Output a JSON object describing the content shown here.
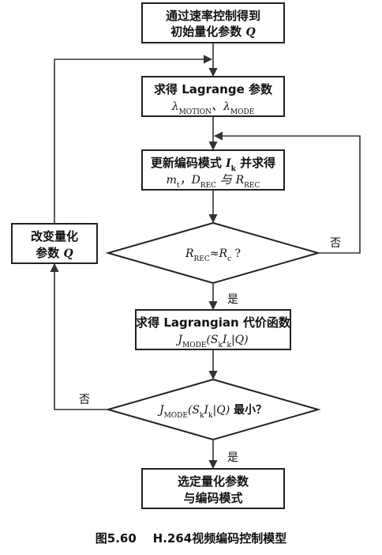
{
  "nodes": {
    "init": {
      "line1": "通过速率控制得到",
      "line2_text": "初始量化参数 ",
      "line2_var": "Q"
    },
    "lagrange": {
      "line1": "求得 Lagrange 参数",
      "lambda1_sym": "λ",
      "lambda1_sub": "MOTION",
      "separator": "、",
      "lambda2_sym": "λ",
      "lambda2_sub": "MODE"
    },
    "update": {
      "line1_text": "更新编码模式 ",
      "line1_var": "I",
      "line1_sub": "k",
      "line1_tail": " 并求得",
      "m_sym": "m",
      "m_sub": "t",
      "comma": "，",
      "d_sym": "D",
      "d_sub": "REC",
      "and": " 与 ",
      "r_sym": "R",
      "r_sub": "REC"
    },
    "decision1": {
      "r_sym": "R",
      "r_sub": "REC",
      "approx": "≈",
      "rc_sym": "R",
      "rc_sub": "c",
      "q": " ?"
    },
    "cost": {
      "line1": "求得 Lagrangian 代价函数",
      "j_sym": "J",
      "j_sub": "MODE",
      "args": "(S",
      "args_sub1": "k",
      "args_i": "I",
      "args_sub2": "k",
      "args_tail": "|Q)"
    },
    "decision2": {
      "j_sym": "J",
      "j_sub": "MODE",
      "args": "(S",
      "args_sub1": "k",
      "args_i": "I",
      "args_sub2": "k",
      "args_tail": "|Q)",
      "suffix": " 最小？"
    },
    "final": {
      "line1": "选定量化参数",
      "line2": "与编码模式"
    },
    "change_q": {
      "line1": "改变量化",
      "line2_text": "参数 ",
      "line2_var": "Q"
    }
  },
  "edge_labels": {
    "d1_no": "否",
    "d1_yes": "是",
    "d2_no": "否",
    "d2_yes": "是"
  },
  "caption": "图5.60    H.264视频编码控制模型"
}
